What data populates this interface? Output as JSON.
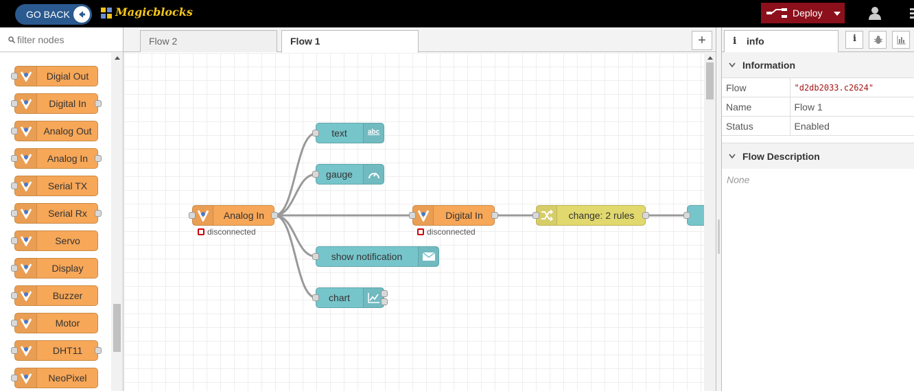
{
  "header": {
    "go_back_label": "GO BACK",
    "brand_name": "Magicblocks",
    "deploy_label": "Deploy",
    "deploy_color": "#8c101c"
  },
  "palette": {
    "search_placeholder": "filter nodes",
    "nodes": [
      {
        "label": "Digial Out"
      },
      {
        "label": "Digital In"
      },
      {
        "label": "Analog Out"
      },
      {
        "label": "Analog In"
      },
      {
        "label": "Serial TX"
      },
      {
        "label": "Serial Rx"
      },
      {
        "label": "Servo"
      },
      {
        "label": "Display"
      },
      {
        "label": "Buzzer"
      },
      {
        "label": "Motor"
      },
      {
        "label": "DHT11"
      },
      {
        "label": "NeoPixel"
      }
    ]
  },
  "workspace": {
    "tabs": [
      {
        "label": "Flow 2",
        "active": false
      },
      {
        "label": "Flow 1",
        "active": true
      }
    ],
    "add_tab_label": "+",
    "nodes": {
      "analog_in": {
        "label": "Analog In",
        "status": "disconnected"
      },
      "digital_in": {
        "label": "Digital In",
        "status": "disconnected"
      },
      "change": {
        "label": "change: 2 rules"
      },
      "text": {
        "label": "text",
        "icon_text": "abc"
      },
      "gauge": {
        "label": "gauge"
      },
      "notification": {
        "label": "show notification"
      },
      "chart": {
        "label": "chart"
      }
    }
  },
  "sidebar": {
    "tab_label": "info",
    "tab_icon_text": "i",
    "information_title": "Information",
    "rows": [
      {
        "key": "Flow",
        "value": "\"d2db2033.c2624\""
      },
      {
        "key": "Name",
        "value": "Flow 1"
      },
      {
        "key": "Status",
        "value": "Enabled"
      }
    ],
    "flow_description_title": "Flow Description",
    "description": "None"
  }
}
